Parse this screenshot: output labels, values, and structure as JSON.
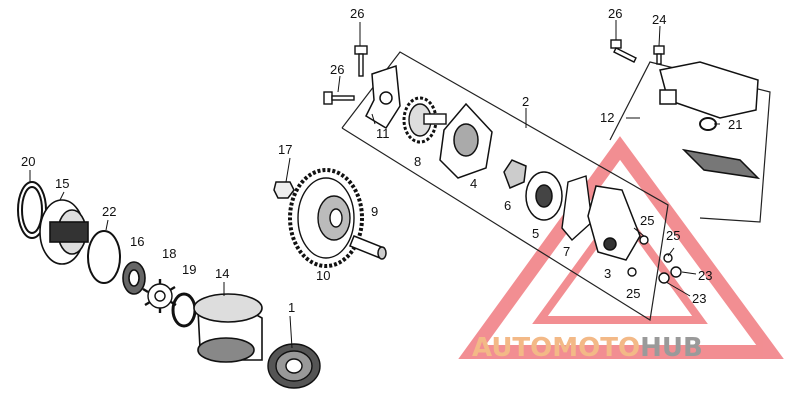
{
  "diagram": {
    "part_numbers": {
      "p1": "1",
      "p2": "2",
      "p3": "3",
      "p4": "4",
      "p5": "5",
      "p6": "6",
      "p7": "7",
      "p8": "8",
      "p9": "9",
      "p10": "10",
      "p11": "11",
      "p12": "12",
      "p14": "14",
      "p15": "15",
      "p16": "16",
      "p17": "17",
      "p18": "18",
      "p19": "19",
      "p20": "20",
      "p21": "21",
      "p22": "22",
      "p23a": "23",
      "p23b": "23",
      "p24": "24",
      "p25a": "25",
      "p25b": "25",
      "p25c": "25",
      "p26a": "26",
      "p26b": "26",
      "p26c": "26"
    }
  },
  "watermark": {
    "part1": "AUTOMOTO",
    "part2": "HUB",
    "color_main": "#f3b987",
    "color_hub": "#9a9a9a",
    "color_triangle": "#e8323a"
  }
}
